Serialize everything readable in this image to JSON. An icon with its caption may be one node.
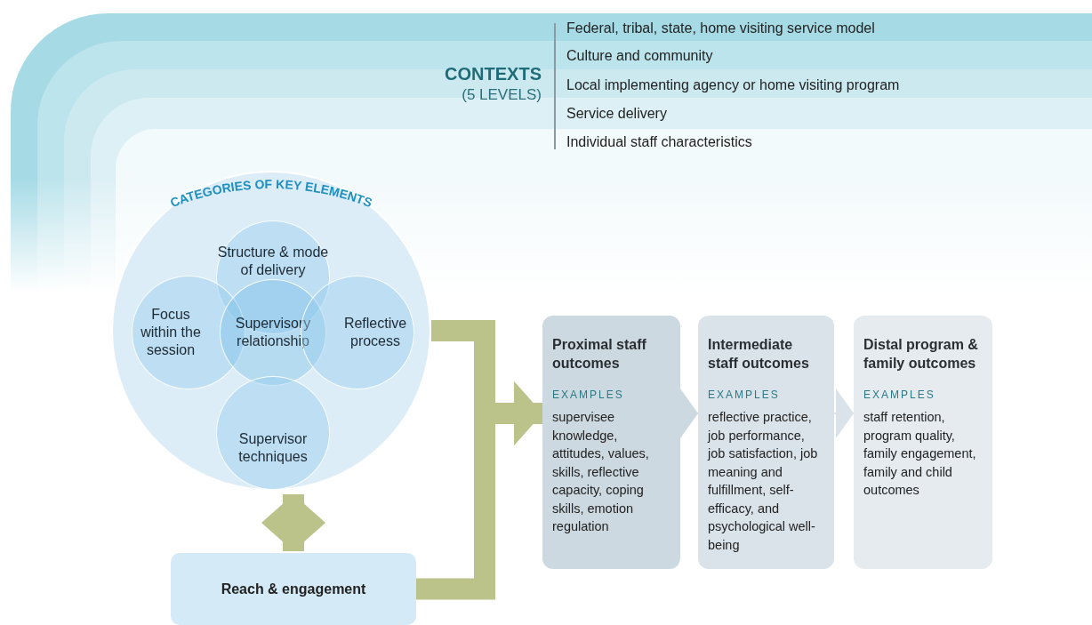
{
  "diagram": {
    "nodes": [
      {
        "text": [
          "CATEGORIES OF KEY ELEMENTS"
        ]
      },
      {
        "text": [
          "Structure & mode of delivery"
        ],
        "in": 0
      },
      {
        "text": [
          "Focus within the session"
        ],
        "in": 0
      },
      {
        "text": [
          "Supervisory relationship"
        ],
        "in": 0
      },
      {
        "text": [
          "Reflective process"
        ],
        "in": 0
      },
      {
        "text": [
          "Supervisor techniques"
        ],
        "in": 0
      },
      {
        "text": [
          "Reach & engagement"
        ]
      },
      {
        "text": [
          "Proximal staff outcomes",
          "EXAMPLES",
          "supervisee knowledge, attitudes, values, skills, reflective capacity, coping skills, emotion regulation"
        ]
      },
      {
        "text": [
          "Intermediate staff outcomes",
          "EXAMPLES",
          "reflective practice, job performance, job satisfaction, job meaning and fulfillment, self-efficacy, and psychological well-being"
        ]
      },
      {
        "text": [
          "Distal program & family outcomes",
          "EXAMPLES",
          "staff retention, program quality, family engagement, family and child outcomes"
        ]
      }
    ],
    "edges": [
      {
        "from": 0,
        "to": 6,
        "arrow": "both"
      },
      {
        "from": 0,
        "to": 7,
        "arrow": "to"
      },
      {
        "from": 6,
        "to": 7,
        "arrow": "to"
      },
      {
        "from": 7,
        "to": 8,
        "arrow": "to",
        "color": "#cdd9e0"
      },
      {
        "from": 8,
        "to": 9,
        "arrow": "to",
        "color": "#dae3e9"
      }
    ],
    "labels": [
      "CONTEXTS",
      "(5 LEVELS)",
      "Federal, tribal, state, home visiting service model",
      "Culture and community",
      "Local implementing agency or home visiting program",
      "Service delivery",
      "Individual staff characteristics"
    ]
  }
}
